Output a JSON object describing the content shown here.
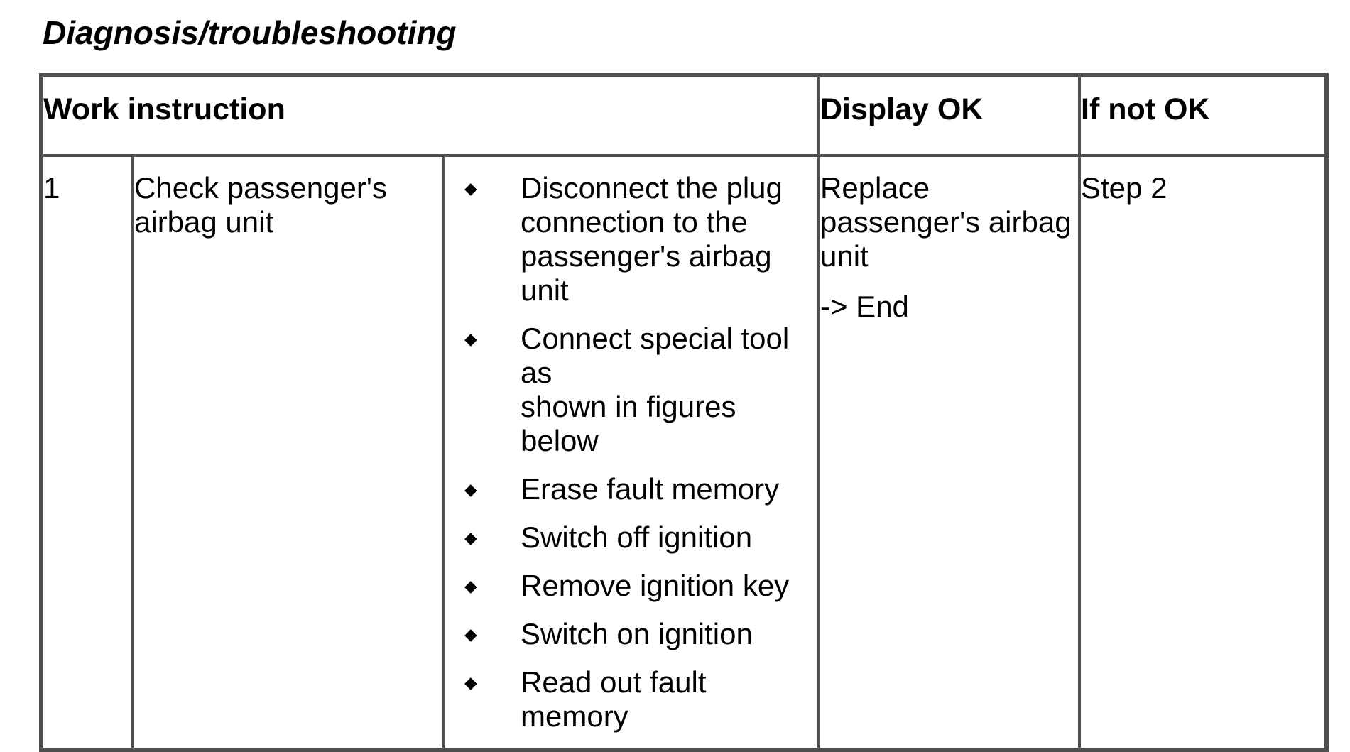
{
  "page": {
    "title": "Diagnosis/troubleshooting"
  },
  "colors": {
    "border": "#4f4f4f",
    "text": "#000000",
    "background": "#ffffff"
  },
  "table": {
    "bullet_icon": "◆",
    "columns": {
      "work_instruction": "Work instruction",
      "display_ok": "Display OK",
      "if_not_ok": "If not OK"
    },
    "rows": [
      {
        "step_number": "1",
        "task": "Check passenger's\nairbag unit",
        "actions": [
          "Disconnect the plug\nconnection to the\npassenger's airbag unit",
          "Connect special tool as\nshown in figures below",
          "Erase fault memory",
          "Switch off ignition",
          "Remove ignition key",
          "Switch on ignition",
          "Read out fault memory"
        ],
        "display_ok_lines": [
          "Replace\npassenger's airbag\nunit",
          "-> End"
        ],
        "if_not_ok": "Step 2"
      }
    ]
  }
}
